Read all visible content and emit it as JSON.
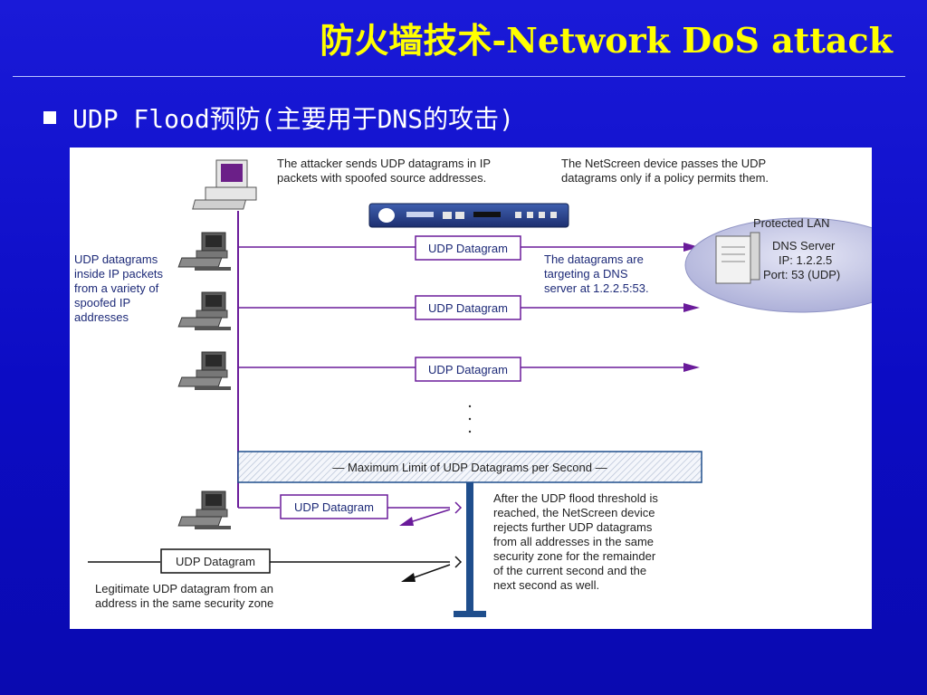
{
  "slide": {
    "title": "防火墙技术-Network DoS attack",
    "bullet": "UDP Flood预防(主要用于DNS的攻击)"
  },
  "diagram": {
    "attacker_note": [
      "The attacker sends UDP datagrams in IP",
      "packets with spoofed source addresses."
    ],
    "netscreen_note": [
      "The NetScreen device passes the UDP",
      "datagrams only if a policy permits them."
    ],
    "left_note": [
      "UDP datagrams",
      "inside IP packets",
      "from a variety of",
      "spoofed IP",
      "addresses"
    ],
    "datagram_label": "UDP Datagram",
    "targeting_note": [
      "The datagrams are",
      "targeting a DNS",
      "server at 1.2.2.5:53."
    ],
    "protected_lan": "Protected LAN",
    "dns_server": [
      "DNS Server",
      "IP: 1.2.2.5",
      "Port: 53 (UDP)"
    ],
    "limit_bar": "— Maximum Limit of UDP Datagrams per Second —",
    "threshold_note": [
      "After the UDP flood threshold is",
      "reached, the NetScreen device",
      "rejects further UDP datagrams",
      "from all addresses in the same",
      "security zone for the remainder",
      "of the current second and the",
      "next second as well."
    ],
    "legit_note": [
      "Legitimate UDP datagram from an",
      "address in the same security zone"
    ]
  },
  "colors": {
    "title": "#ffff00",
    "background": "#1414d0",
    "arrow": "#6a1b9a",
    "wall": "#1f4e8c"
  }
}
